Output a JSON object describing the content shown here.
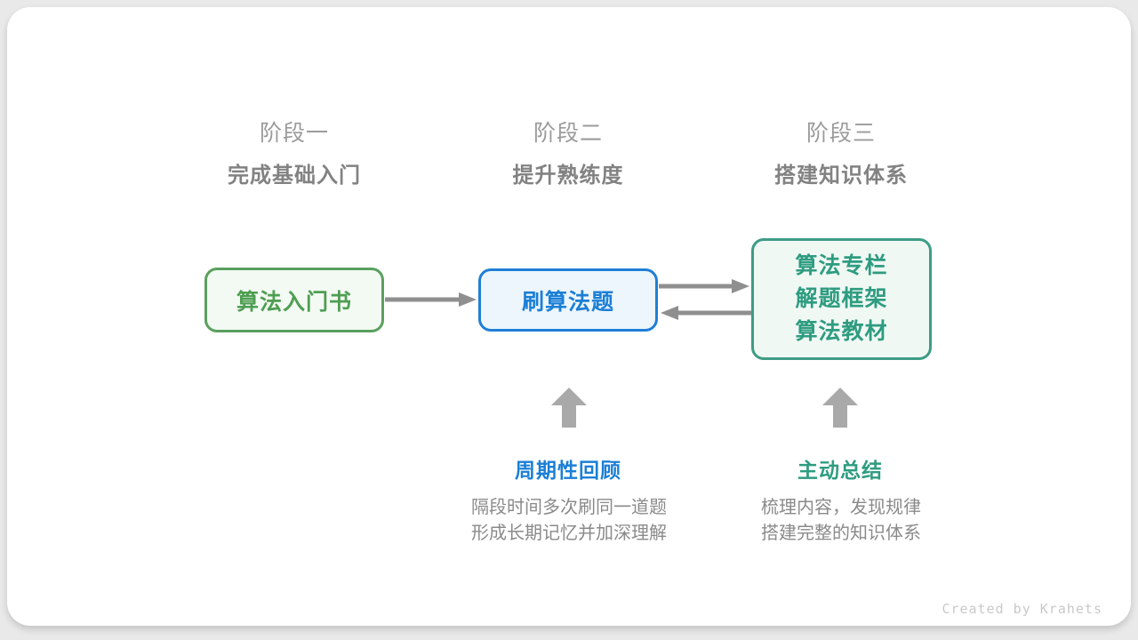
{
  "stages": [
    {
      "label": "阶段一",
      "subtitle": "完成基础入门"
    },
    {
      "label": "阶段二",
      "subtitle": "提升熟练度"
    },
    {
      "label": "阶段三",
      "subtitle": "搭建知识体系"
    }
  ],
  "nodes": {
    "intro_book": {
      "text": "算法入门书"
    },
    "practice": {
      "text": "刷算法题"
    },
    "resources": {
      "lines": [
        "算法专栏",
        "解题框架",
        "算法教材"
      ]
    }
  },
  "annotations": [
    {
      "title": "周期性回顾",
      "desc_lines": [
        "隔段时间多次刷同一道题",
        "形成长期记忆并加深理解"
      ]
    },
    {
      "title": "主动总结",
      "desc_lines": [
        "梳理内容，发现规律",
        "搭建完整的知识体系"
      ]
    }
  ],
  "footer": {
    "credit": "Created by Krahets"
  },
  "colors": {
    "green": "#4e9e52",
    "green_border": "#5aa05e",
    "blue": "#1b7fd6",
    "blue_border": "#1f7fd5",
    "teal": "#2e9c80",
    "teal_border": "#3d9c85",
    "flow_arrow_gray": "#8f8f8f",
    "up_arrow_gray": "#a9a9a9",
    "stage_label_gray": "#9b9b9b",
    "stage_subtitle_gray": "#828282",
    "desc_gray": "#8a8a8a",
    "credit_gray": "#c9c9c9",
    "card_bg": "#ffffff",
    "page_bg": "#e9e9e9"
  }
}
